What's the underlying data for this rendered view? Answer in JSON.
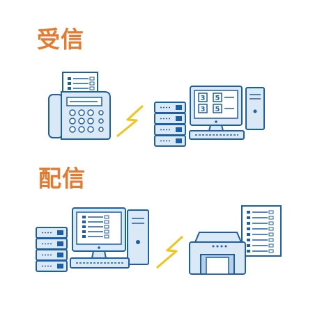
{
  "sections": {
    "receive": {
      "title": "受信"
    },
    "deliver": {
      "title": "配信"
    }
  },
  "screen_digits": [
    "3",
    "5",
    "3",
    "5"
  ],
  "colors": {
    "heading": "#e8792c",
    "line": "#1b5fa8",
    "fill_light": "#dbe8f6",
    "fill_mid": "#b7cfe9",
    "bolt": "#f2c419"
  },
  "icons": [
    "fax-machine-icon",
    "lightning-icon",
    "server-icon",
    "desktop-computer-icon",
    "printer-icon",
    "document-icon"
  ]
}
